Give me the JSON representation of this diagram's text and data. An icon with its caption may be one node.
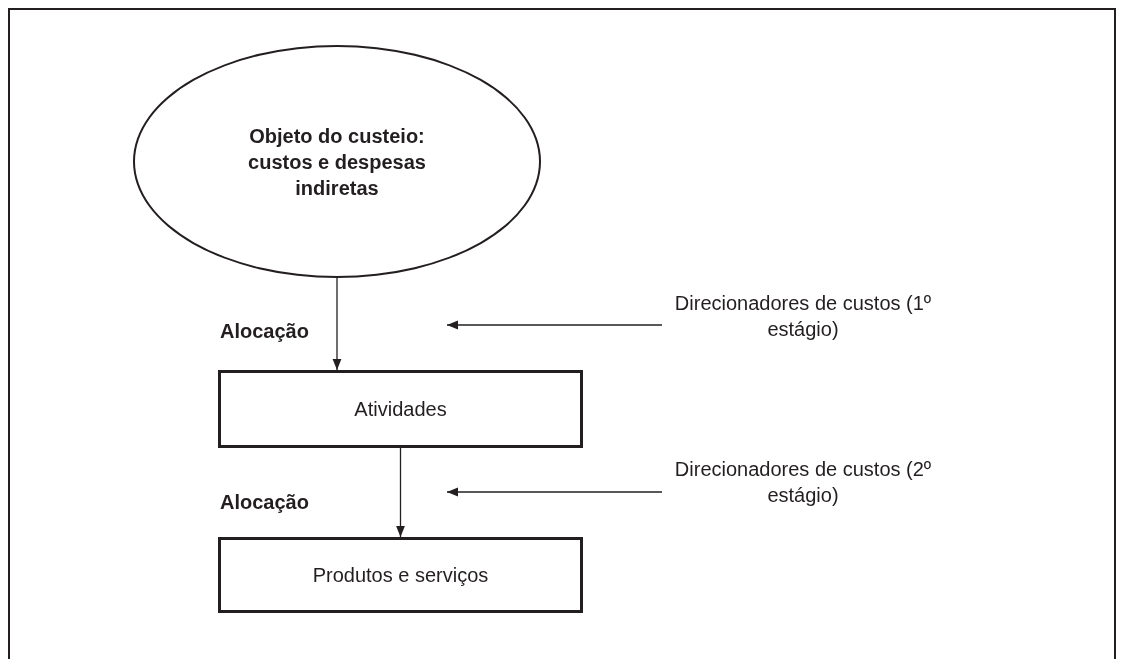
{
  "diagram": {
    "nodes": [
      {
        "text": [
          "Objeto do custeio: custos e despesas indiretas"
        ]
      },
      {
        "text": [
          "Atividades"
        ]
      },
      {
        "text": [
          "Produtos e serviços"
        ]
      },
      {
        "text": [
          "Direcionadores de custos (1º estágio)"
        ]
      },
      {
        "text": [
          "Direcionadores de custos (2º estágio)"
        ]
      }
    ],
    "edges": [
      {
        "from": 0,
        "to": 1,
        "arrow": "to",
        "label": "Alocação"
      },
      {
        "from": 1,
        "to": 2,
        "arrow": "to",
        "label": "Alocação"
      },
      {
        "from": 3,
        "to": null,
        "arrow": "to"
      },
      {
        "from": 4,
        "to": null,
        "arrow": "to"
      }
    ]
  }
}
